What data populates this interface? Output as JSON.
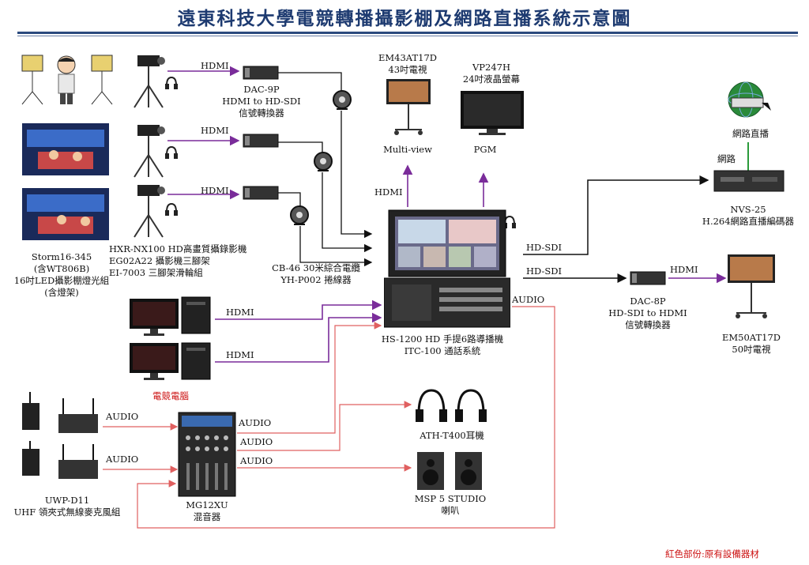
{
  "title": "遠東科技大學電競轉播攝影棚及網路直播系統示意圖",
  "legend": "紅色部份:原有設備器材",
  "colors": {
    "video_line": "#7a2c9a",
    "audio_line": "#e06060",
    "net_line": "#2a9a3a",
    "bus_line": "#111111",
    "title": "#1d3a70"
  },
  "labels": {
    "hdmi": "HDMI",
    "hd_sdi": "HD-SDI",
    "audio": "AUDIO",
    "network": "網路"
  },
  "devices": {
    "dac9p": {
      "model": "DAC-9P",
      "line2": "HDMI to HD-SDI",
      "line3": "信號轉換器"
    },
    "cameras": {
      "line1": "HXR-NX100 HD高畫質攝錄影機",
      "line2": "EG02A22 攝影機三腳架",
      "line3": "EI-7003 三腳架滑輪組"
    },
    "cable": {
      "line1": "CB-46 30米綜合電纜",
      "line2": "YH-P002 捲線器"
    },
    "lights": {
      "line1": "Storm16-345",
      "line2": "(含WT806B)",
      "line3": "16吋LED攝影棚燈光組",
      "line4": "(含燈架)"
    },
    "em43": {
      "model": "EM43AT17D",
      "line2": "43吋電視",
      "caption": "Multi-view"
    },
    "vp247": {
      "model": "VP247H",
      "line2": "24吋液晶螢幕",
      "caption": "PGM"
    },
    "switcher": {
      "line1": "HS-1200 HD 手提6路導播機",
      "line2": "ITC-100 通話系統"
    },
    "nvs25": {
      "line1": "網路直播",
      "model": "NVS-25",
      "line2": "H.264網路直播編碼器"
    },
    "dac8p": {
      "model": "DAC-8P",
      "line2": "HD-SDI to HDMI",
      "line3": "信號轉換器"
    },
    "em50": {
      "model": "EM50AT17D",
      "line2": "50吋電視"
    },
    "pcs": {
      "label": "電競電腦"
    },
    "mic": {
      "line1": "UWP-D11",
      "line2": "UHF 領夾式無線麥克風組"
    },
    "mixer": {
      "model": "MG12XU",
      "line2": "混音器"
    },
    "headphones": {
      "model": "ATH-T400耳機"
    },
    "speakers": {
      "model": "MSP 5 STUDIO",
      "line2": "喇叭"
    }
  },
  "icons": [
    "led-light-icon",
    "presenter-icon",
    "camera-tripod-icon",
    "headset-icon",
    "converter-box-icon",
    "cable-reel-icon",
    "tv-stand-icon",
    "monitor-icon",
    "switcher-icon",
    "encoder-icon",
    "globe-icon",
    "pc-monitor-icon",
    "pc-tower-icon",
    "wireless-mic-icon",
    "mixer-icon",
    "headphones-icon",
    "speaker-icon",
    "studio-photo-icon"
  ]
}
